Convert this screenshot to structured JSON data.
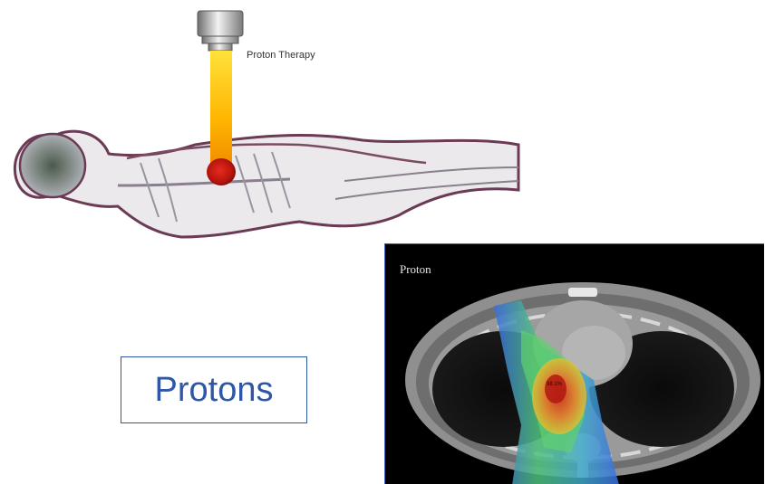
{
  "illustration": {
    "label": "Proton Therapy",
    "icons": [
      "nozzle-icon",
      "beam-icon",
      "tumor-icon",
      "body-icon"
    ]
  },
  "callout": {
    "text": "Protons"
  },
  "ct_image": {
    "label": "Proton",
    "dose_label": "98.1%",
    "colors": {
      "background": "#000000",
      "dose_blue": "#3b6fe0",
      "dose_green": "#4ec37a",
      "dose_red": "#d62a1c"
    }
  },
  "colors": {
    "accent": "#2f57a8",
    "beam_top": "#ffe23a",
    "beam_bottom": "#f08a00"
  }
}
